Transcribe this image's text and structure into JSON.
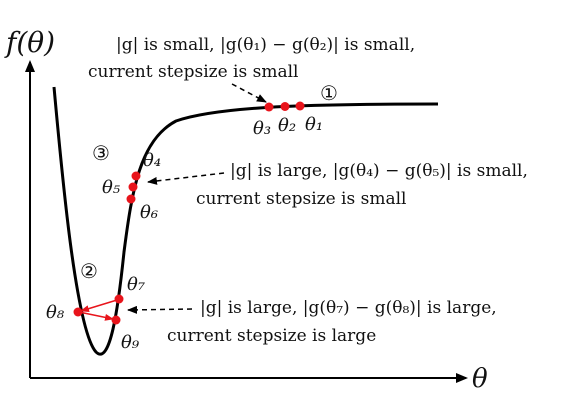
{
  "axes": {
    "y_label": "f(θ)",
    "x_label": "θ"
  },
  "annotations": {
    "top_line1": "|g| is small, |g(θ₁) − g(θ₂)| is small,",
    "top_line2": "current stepsize is small",
    "mid_line1": "|g| is large, |g(θ₄) − g(θ₅)| is small,",
    "mid_line2": "current stepsize is small",
    "bot_line1": "|g| is large, |g(θ₇) − g(θ₈)| is large,",
    "bot_line2": "current stepsize is large"
  },
  "markers": {
    "m1": "①",
    "m2": "②",
    "m3": "③"
  },
  "points": {
    "theta1": "θ₁",
    "theta2": "θ₂",
    "theta3": "θ₃",
    "theta4": "θ₄",
    "theta5": "θ₅",
    "theta6": "θ₆",
    "theta7": "θ₇",
    "theta8": "θ₈",
    "theta9": "θ₉"
  },
  "colors": {
    "curve": "#000000",
    "point": "#e8141b",
    "step_arrow": "#e8141b"
  }
}
